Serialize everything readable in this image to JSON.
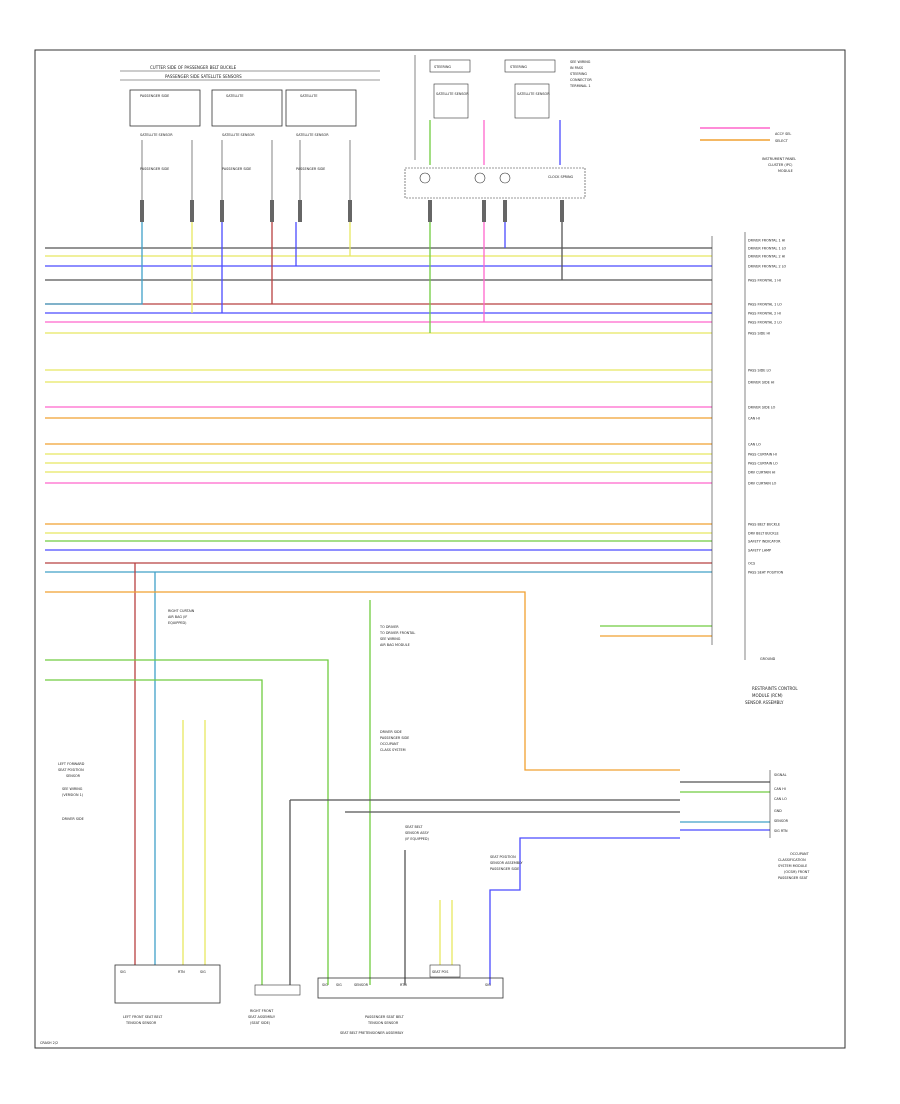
{
  "colors": {
    "frame": "#333333",
    "text": "#222222",
    "yellow": "#e8e860",
    "green": "#70cc40",
    "pink": "#ff66cc",
    "orange": "#f0a030",
    "blue": "#4a4aff",
    "red": "#b84040",
    "teal": "#40a0c8",
    "gray": "#555555",
    "violet": "#a040ff",
    "brown": "#b07040"
  },
  "top_block": {
    "outer_label": "CUTTER SIDE OF PASSENGER BELT BUCKLE",
    "inner_label": "PASSENGER SIDE SATELLITE SENSORS",
    "modules": [
      {
        "header": "PASSENGER SIDE",
        "sub": "SATELLITE SENSOR",
        "bottom": "PASSENGER SIDE"
      },
      {
        "header": "SATELLITE",
        "sub": "SATELLITE SENSOR",
        "bottom": "PASSENGER SIDE"
      },
      {
        "header": "SATELLITE",
        "sub": "SATELLITE SENSOR",
        "bottom": "PASSENGER SIDE"
      }
    ],
    "clock": [
      {
        "header": "STEERING",
        "sub": "SATELLITE SENSOR"
      },
      {
        "header": "STEERING",
        "sub": "SATELLITE SENSOR"
      }
    ],
    "clock_label": "CLOCK SPRING",
    "ref_note": [
      "SEE WIRING",
      "IN PASS",
      "STEERING",
      "CONNECTOR",
      "TERMINAL 1"
    ]
  },
  "ipc": {
    "title": [
      "INSTRUMENT PANEL",
      "CLUSTER (IPC)",
      "MODULE"
    ],
    "pins": [
      "ACCY SEL",
      "SELECT"
    ]
  },
  "rcm": {
    "title": [
      "RESTRAINTS CONTROL",
      "MODULE (RCM)",
      "SENSOR ASSEMBLY"
    ],
    "ground": "GROUND",
    "circuits": [
      "DRIVER FRONTAL 1 HI",
      "DRIVER FRONTAL 1 LO",
      "DRIVER FRONTAL 2 HI",
      "DRIVER FRONTAL 2 LO",
      "PASS FRONTAL 1 HI",
      "PASS FRONTAL 1 LO",
      "PASS FRONTAL 2 HI",
      "PASS FRONTAL 2 LO",
      "PASS SIDE HI",
      "PASS SIDE LO",
      "DRIVER SIDE HI",
      "DRIVER SIDE LO",
      "CAN HI",
      "CAN LO",
      "PASS CURTAIN HI",
      "PASS CURTAIN LO",
      "DRV CURTAIN HI",
      "DRV CURTAIN LO",
      "PASS BELT BUCKLE",
      "DRV BELT BUCKLE",
      "SAFETY INDICATOR",
      "SAFETY LAMP",
      "OCS",
      "PASS SEAT POSITION"
    ]
  },
  "occupant_module": {
    "title": [
      "OCCUPANT",
      "CLASSIFICATION",
      "SYSTEM MODULE",
      "(OCSM) FRONT",
      "PASSENGER SEAT"
    ],
    "pins": [
      "SIGNAL",
      "CAN HI",
      "CAN LO",
      "GND",
      "SENSOR",
      "SIG RTN"
    ]
  },
  "left_sensor": {
    "title": [
      "LEFT FRONT SEAT BELT",
      "TENSION SENSOR"
    ],
    "pins": [
      "SIG",
      "RTN",
      "SIG"
    ],
    "notes": [
      "LEFT FORWARD",
      "SEAT POSITION",
      "SENSOR",
      "SEE WIRING",
      "(VERSION 1)",
      "DRIVER SIDE"
    ]
  },
  "passenger_sensor": {
    "title": [
      "PASSENGER SEAT BELT",
      "TENSION SENSOR"
    ],
    "pins": [
      "SIG",
      "SIG",
      "SENSOR",
      "RTN",
      "SIG"
    ],
    "notes": [
      "SEAT POSITION",
      "SENSOR ASSEMBLY",
      "PASSENGER SIDE"
    ]
  },
  "bottom_labels": {
    "center": "SEAT BELT PRETENSIONER ASSEMBLY",
    "page_code": "CRASH 2/2",
    "left_bottom": [
      "RIGHT FRONT",
      "SEAT ASSEMBLY",
      "(SEAT SIDE)"
    ],
    "seat_pos": "SEAT POS"
  },
  "annotations": {
    "note_1": [
      "RIGHT CURTAIN",
      "AIR BAG (IF",
      "EQUIPPED)"
    ],
    "note_2": [
      "TO DRIVER",
      "TO DRIVER FRONTAL",
      "SEE WIRING",
      "AIR BAG MODULE"
    ],
    "note_3": [
      "DRIVER SIDE",
      "PASSENGER SIDE",
      "OCCUPANT",
      "CLASS SYSTEM"
    ],
    "note_4": [
      "SEAT BELT",
      "SENSOR ASSY",
      "(IF EQUIPPED)"
    ]
  }
}
